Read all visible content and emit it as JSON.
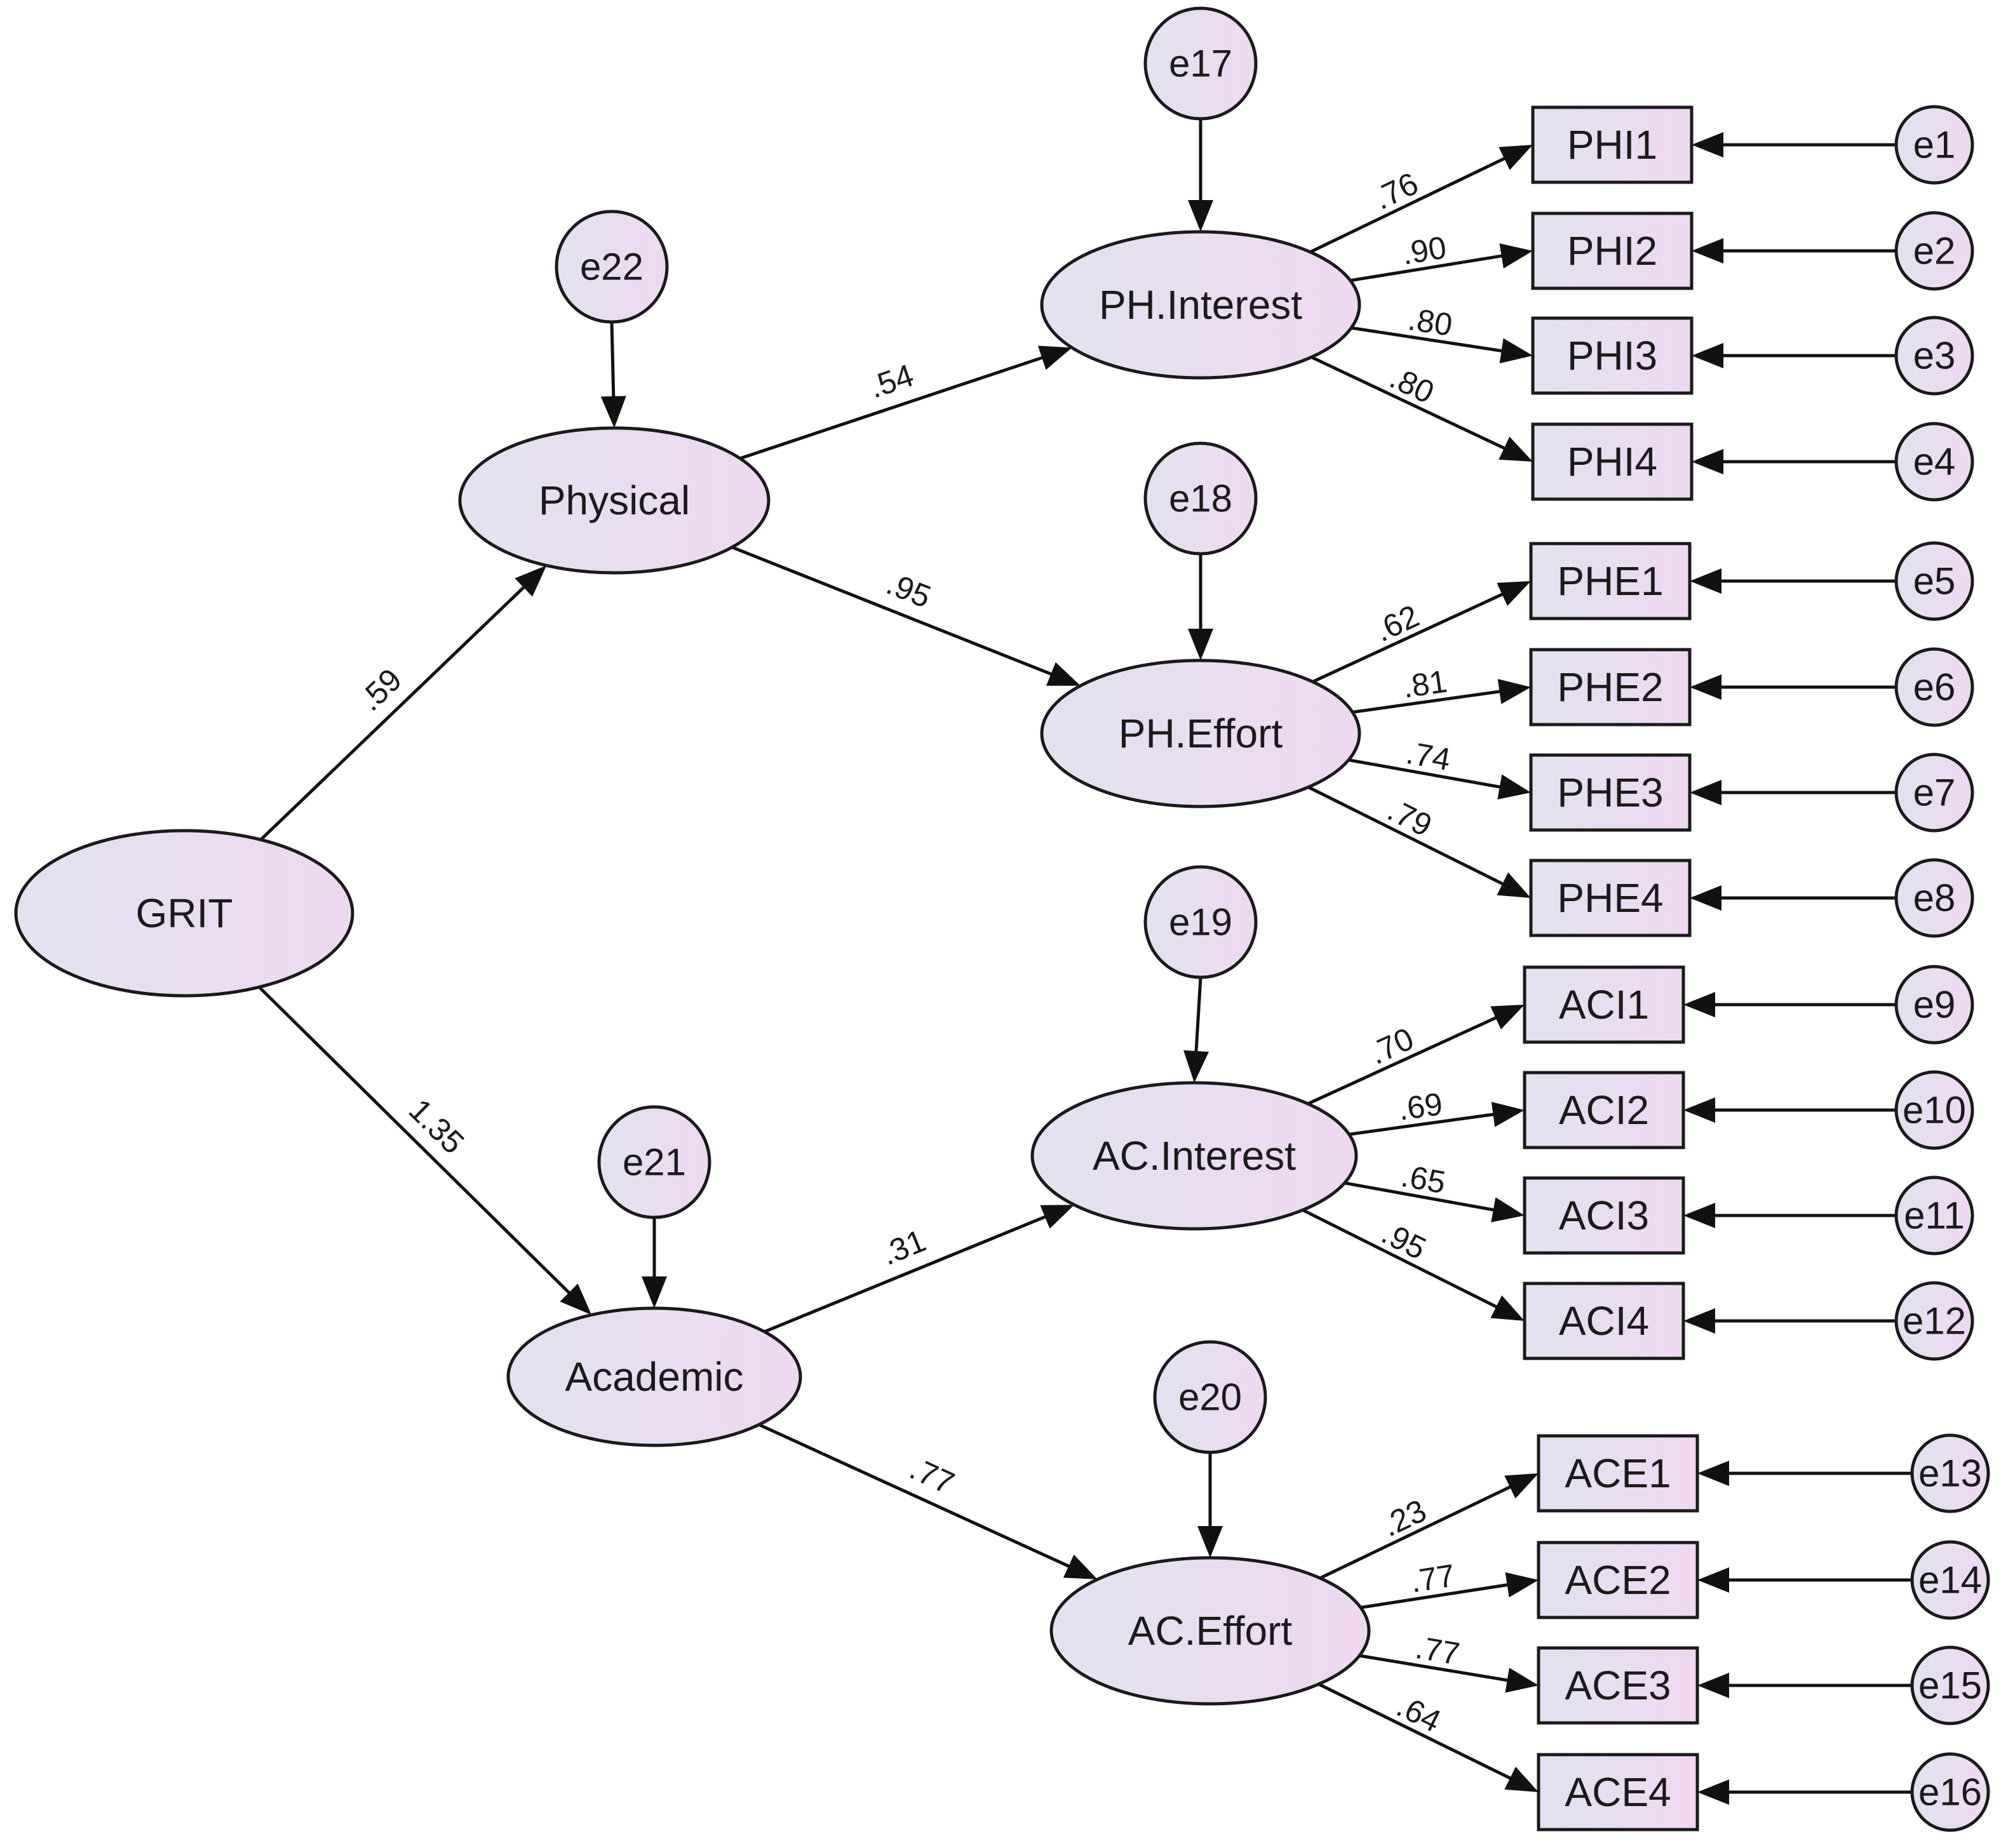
{
  "latents": [
    {
      "id": "grit",
      "label": "GRIT"
    },
    {
      "id": "physical",
      "label": "Physical"
    },
    {
      "id": "academic",
      "label": "Academic"
    },
    {
      "id": "phi",
      "label": "PH.Interest"
    },
    {
      "id": "phe",
      "label": "PH.Effort"
    },
    {
      "id": "aci",
      "label": "AC.Interest"
    },
    {
      "id": "ace",
      "label": "AC.Effort"
    }
  ],
  "indicators": [
    {
      "id": "PHI1",
      "label": "PHI1",
      "factor": "phi",
      "loading": ".76",
      "error": "e1"
    },
    {
      "id": "PHI2",
      "label": "PHI2",
      "factor": "phi",
      "loading": ".90",
      "error": "e2"
    },
    {
      "id": "PHI3",
      "label": "PHI3",
      "factor": "phi",
      "loading": ".80",
      "error": "e3"
    },
    {
      "id": "PHI4",
      "label": "PHI4",
      "factor": "phi",
      "loading": ".80",
      "error": "e4"
    },
    {
      "id": "PHE1",
      "label": "PHE1",
      "factor": "phe",
      "loading": ".62",
      "error": "e5"
    },
    {
      "id": "PHE2",
      "label": "PHE2",
      "factor": "phe",
      "loading": ".81",
      "error": "e6"
    },
    {
      "id": "PHE3",
      "label": "PHE3",
      "factor": "phe",
      "loading": ".74",
      "error": "e7"
    },
    {
      "id": "PHE4",
      "label": "PHE4",
      "factor": "phe",
      "loading": ".79",
      "error": "e8"
    },
    {
      "id": "ACI1",
      "label": "ACI1",
      "factor": "aci",
      "loading": ".70",
      "error": "e9"
    },
    {
      "id": "ACI2",
      "label": "ACI2",
      "factor": "aci",
      "loading": ".69",
      "error": "e10"
    },
    {
      "id": "ACI3",
      "label": "ACI3",
      "factor": "aci",
      "loading": ".65",
      "error": "e11"
    },
    {
      "id": "ACI4",
      "label": "ACI4",
      "factor": "aci",
      "loading": ".95",
      "error": "e12"
    },
    {
      "id": "ACE1",
      "label": "ACE1",
      "factor": "ace",
      "loading": ".23",
      "error": "e13"
    },
    {
      "id": "ACE2",
      "label": "ACE2",
      "factor": "ace",
      "loading": ".77",
      "error": "e14"
    },
    {
      "id": "ACE3",
      "label": "ACE3",
      "factor": "ace",
      "loading": ".77",
      "error": "e15"
    },
    {
      "id": "ACE4",
      "label": "ACE4",
      "factor": "ace",
      "loading": ".64",
      "error": "e16"
    }
  ],
  "structural_paths": [
    {
      "from": "grit",
      "to": "physical",
      "coef": ".59"
    },
    {
      "from": "grit",
      "to": "academic",
      "coef": "1.35"
    },
    {
      "from": "physical",
      "to": "phi",
      "coef": ".54"
    },
    {
      "from": "physical",
      "to": "phe",
      "coef": ".95"
    },
    {
      "from": "academic",
      "to": "aci",
      "coef": ".31"
    },
    {
      "from": "academic",
      "to": "ace",
      "coef": ".77"
    }
  ],
  "disturbances": [
    {
      "label": "e22",
      "target": "physical"
    },
    {
      "label": "e21",
      "target": "academic"
    },
    {
      "label": "e17",
      "target": "phi"
    },
    {
      "label": "e18",
      "target": "phe"
    },
    {
      "label": "e19",
      "target": "aci"
    },
    {
      "label": "e20",
      "target": "ace"
    }
  ],
  "colors": {
    "fill_start": "#e2e2f0",
    "fill_end": "#f0d8f2",
    "stroke": "#1a1a1a"
  }
}
